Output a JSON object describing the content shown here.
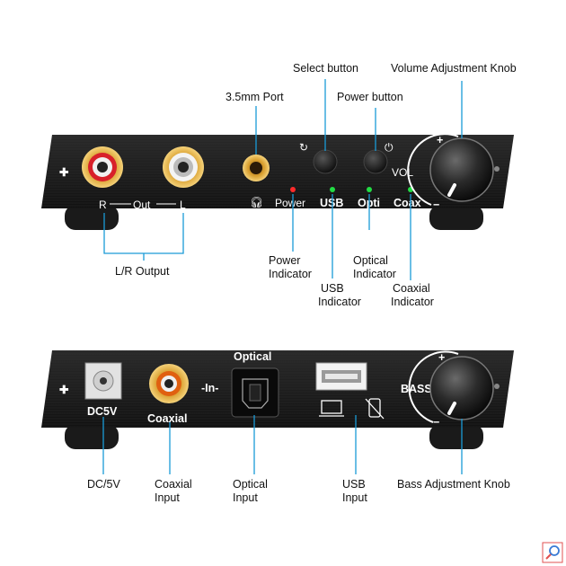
{
  "colors": {
    "callout_line": "#1a9bd7",
    "panel": "#1c1c1c",
    "led_red": "#ff2a2a",
    "led_green": "#22dd44"
  },
  "top_panel": {
    "labels": {
      "r": "R",
      "out": "Out",
      "l": "L",
      "power": "Power",
      "usb": "USB",
      "opti": "Opti",
      "coax": "Coax",
      "vol": "VOL",
      "plus": "+",
      "minus": "−"
    },
    "callouts": {
      "select_button": "Select button",
      "volume_knob": "Volume Adjustment Knob",
      "port_35": "3.5mm Port",
      "power_button": "Power button",
      "lr_output": "L/R Output",
      "power_indicator": [
        "Power",
        "Indicator"
      ],
      "usb_indicator": [
        "USB",
        "Indicator"
      ],
      "optical_indicator": [
        "Optical",
        "Indicator"
      ],
      "coaxial_indicator": [
        "Coaxial",
        "Indicator"
      ]
    }
  },
  "bottom_panel": {
    "labels": {
      "dc5v": "DC5V",
      "coaxial": "Coaxial",
      "in": "-In-",
      "optical": "Optical",
      "bass": "BASS",
      "plus": "+",
      "minus": "−"
    },
    "callouts": {
      "dc5v": "DC/5V",
      "coaxial_input": [
        "Coaxial",
        "Input"
      ],
      "optical_input": [
        "Optical",
        "Input"
      ],
      "usb_input": [
        "USB",
        "Input"
      ],
      "bass_knob": "Bass Adjustment Knob"
    }
  }
}
